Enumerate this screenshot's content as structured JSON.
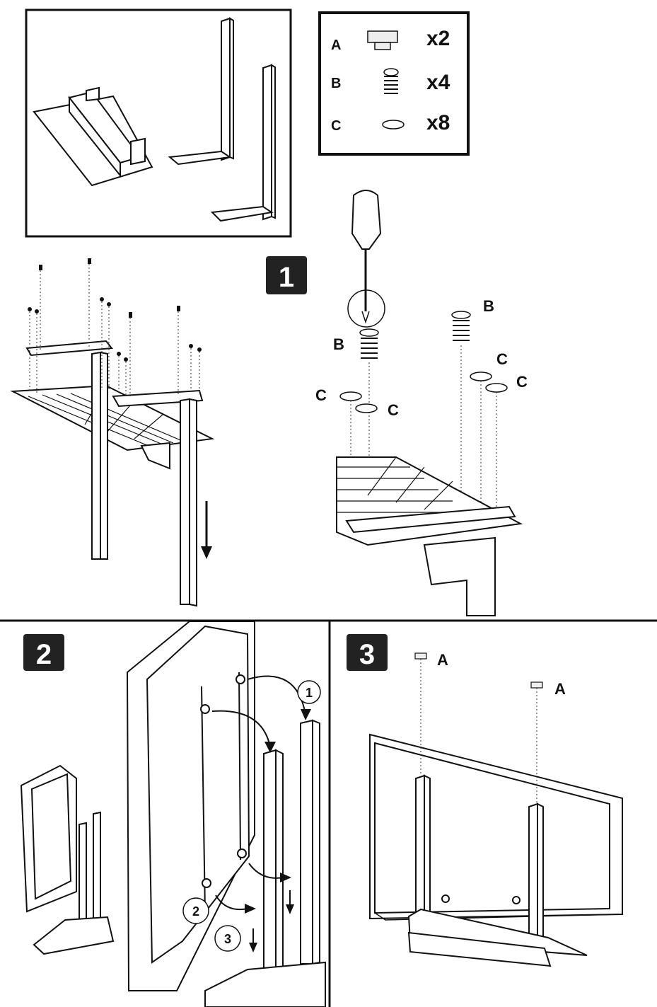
{
  "parts_list": {
    "items": [
      {
        "letter": "A",
        "quantity": "x2",
        "icon": "cap-icon"
      },
      {
        "letter": "B",
        "quantity": "x4",
        "icon": "screw-icon"
      },
      {
        "letter": "C",
        "quantity": "x8",
        "icon": "washer-icon"
      }
    ]
  },
  "step1": {
    "number": "1",
    "label_b": "B",
    "label_c": "C"
  },
  "step2": {
    "number": "2",
    "callout1": "1",
    "callout2": "2",
    "callout3": "3"
  },
  "step3": {
    "number": "3",
    "label_a": "A"
  }
}
